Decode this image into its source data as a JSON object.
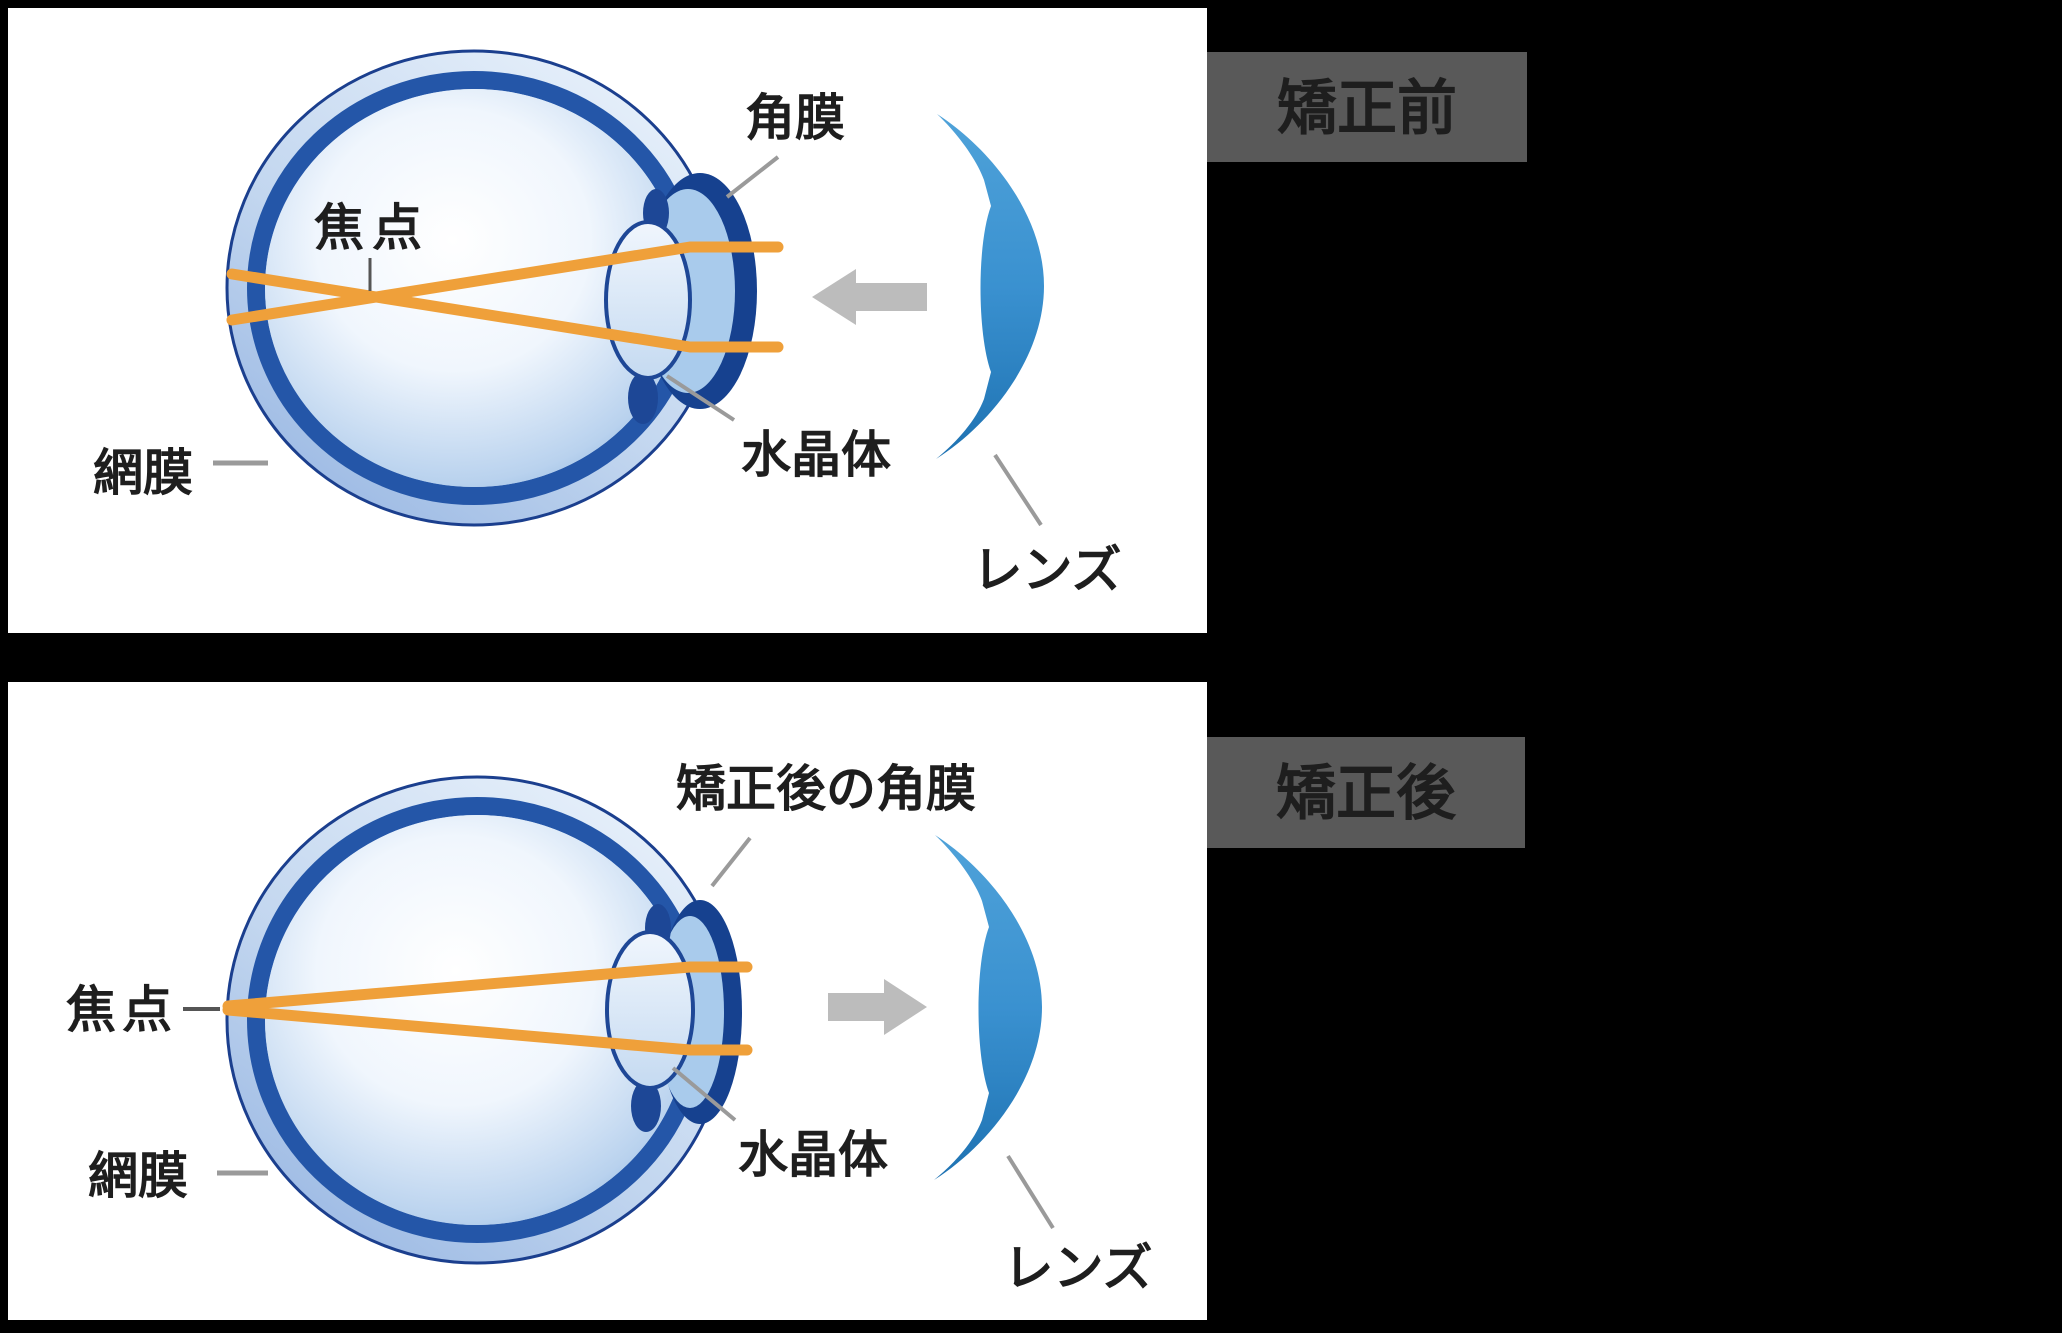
{
  "panels": [
    {
      "badge_label": "矯正前",
      "labels": {
        "cornea": "角膜",
        "focal_point": "焦点",
        "retina": "網膜",
        "crystalline_lens": "水晶体",
        "contact_lens": "レンズ"
      }
    },
    {
      "badge_label": "矯正後",
      "labels": {
        "cornea": "矯正後の角膜",
        "focal_point": "焦点",
        "retina": "網膜",
        "crystalline_lens": "水晶体",
        "contact_lens": "レンズ"
      }
    }
  ],
  "colors": {
    "background": "#000000",
    "panel": "#ffffff",
    "badge_bg": "#595959",
    "badge_text": "#ffffff",
    "label_text": "#1e1e1e",
    "ray_orange": "#efa03a",
    "arrow_gray": "#bcbcbc",
    "leader_gray": "#9a9a9a",
    "leader_dark": "#555555",
    "eye_outline": "#1b3f8e",
    "eye_ring": "#2456a8",
    "cornea_dark": "#16418f",
    "chamber_blue": "#a9cbec",
    "contact_lens_top": "#4fa2d9",
    "contact_lens_bottom": "#1e72b2"
  }
}
